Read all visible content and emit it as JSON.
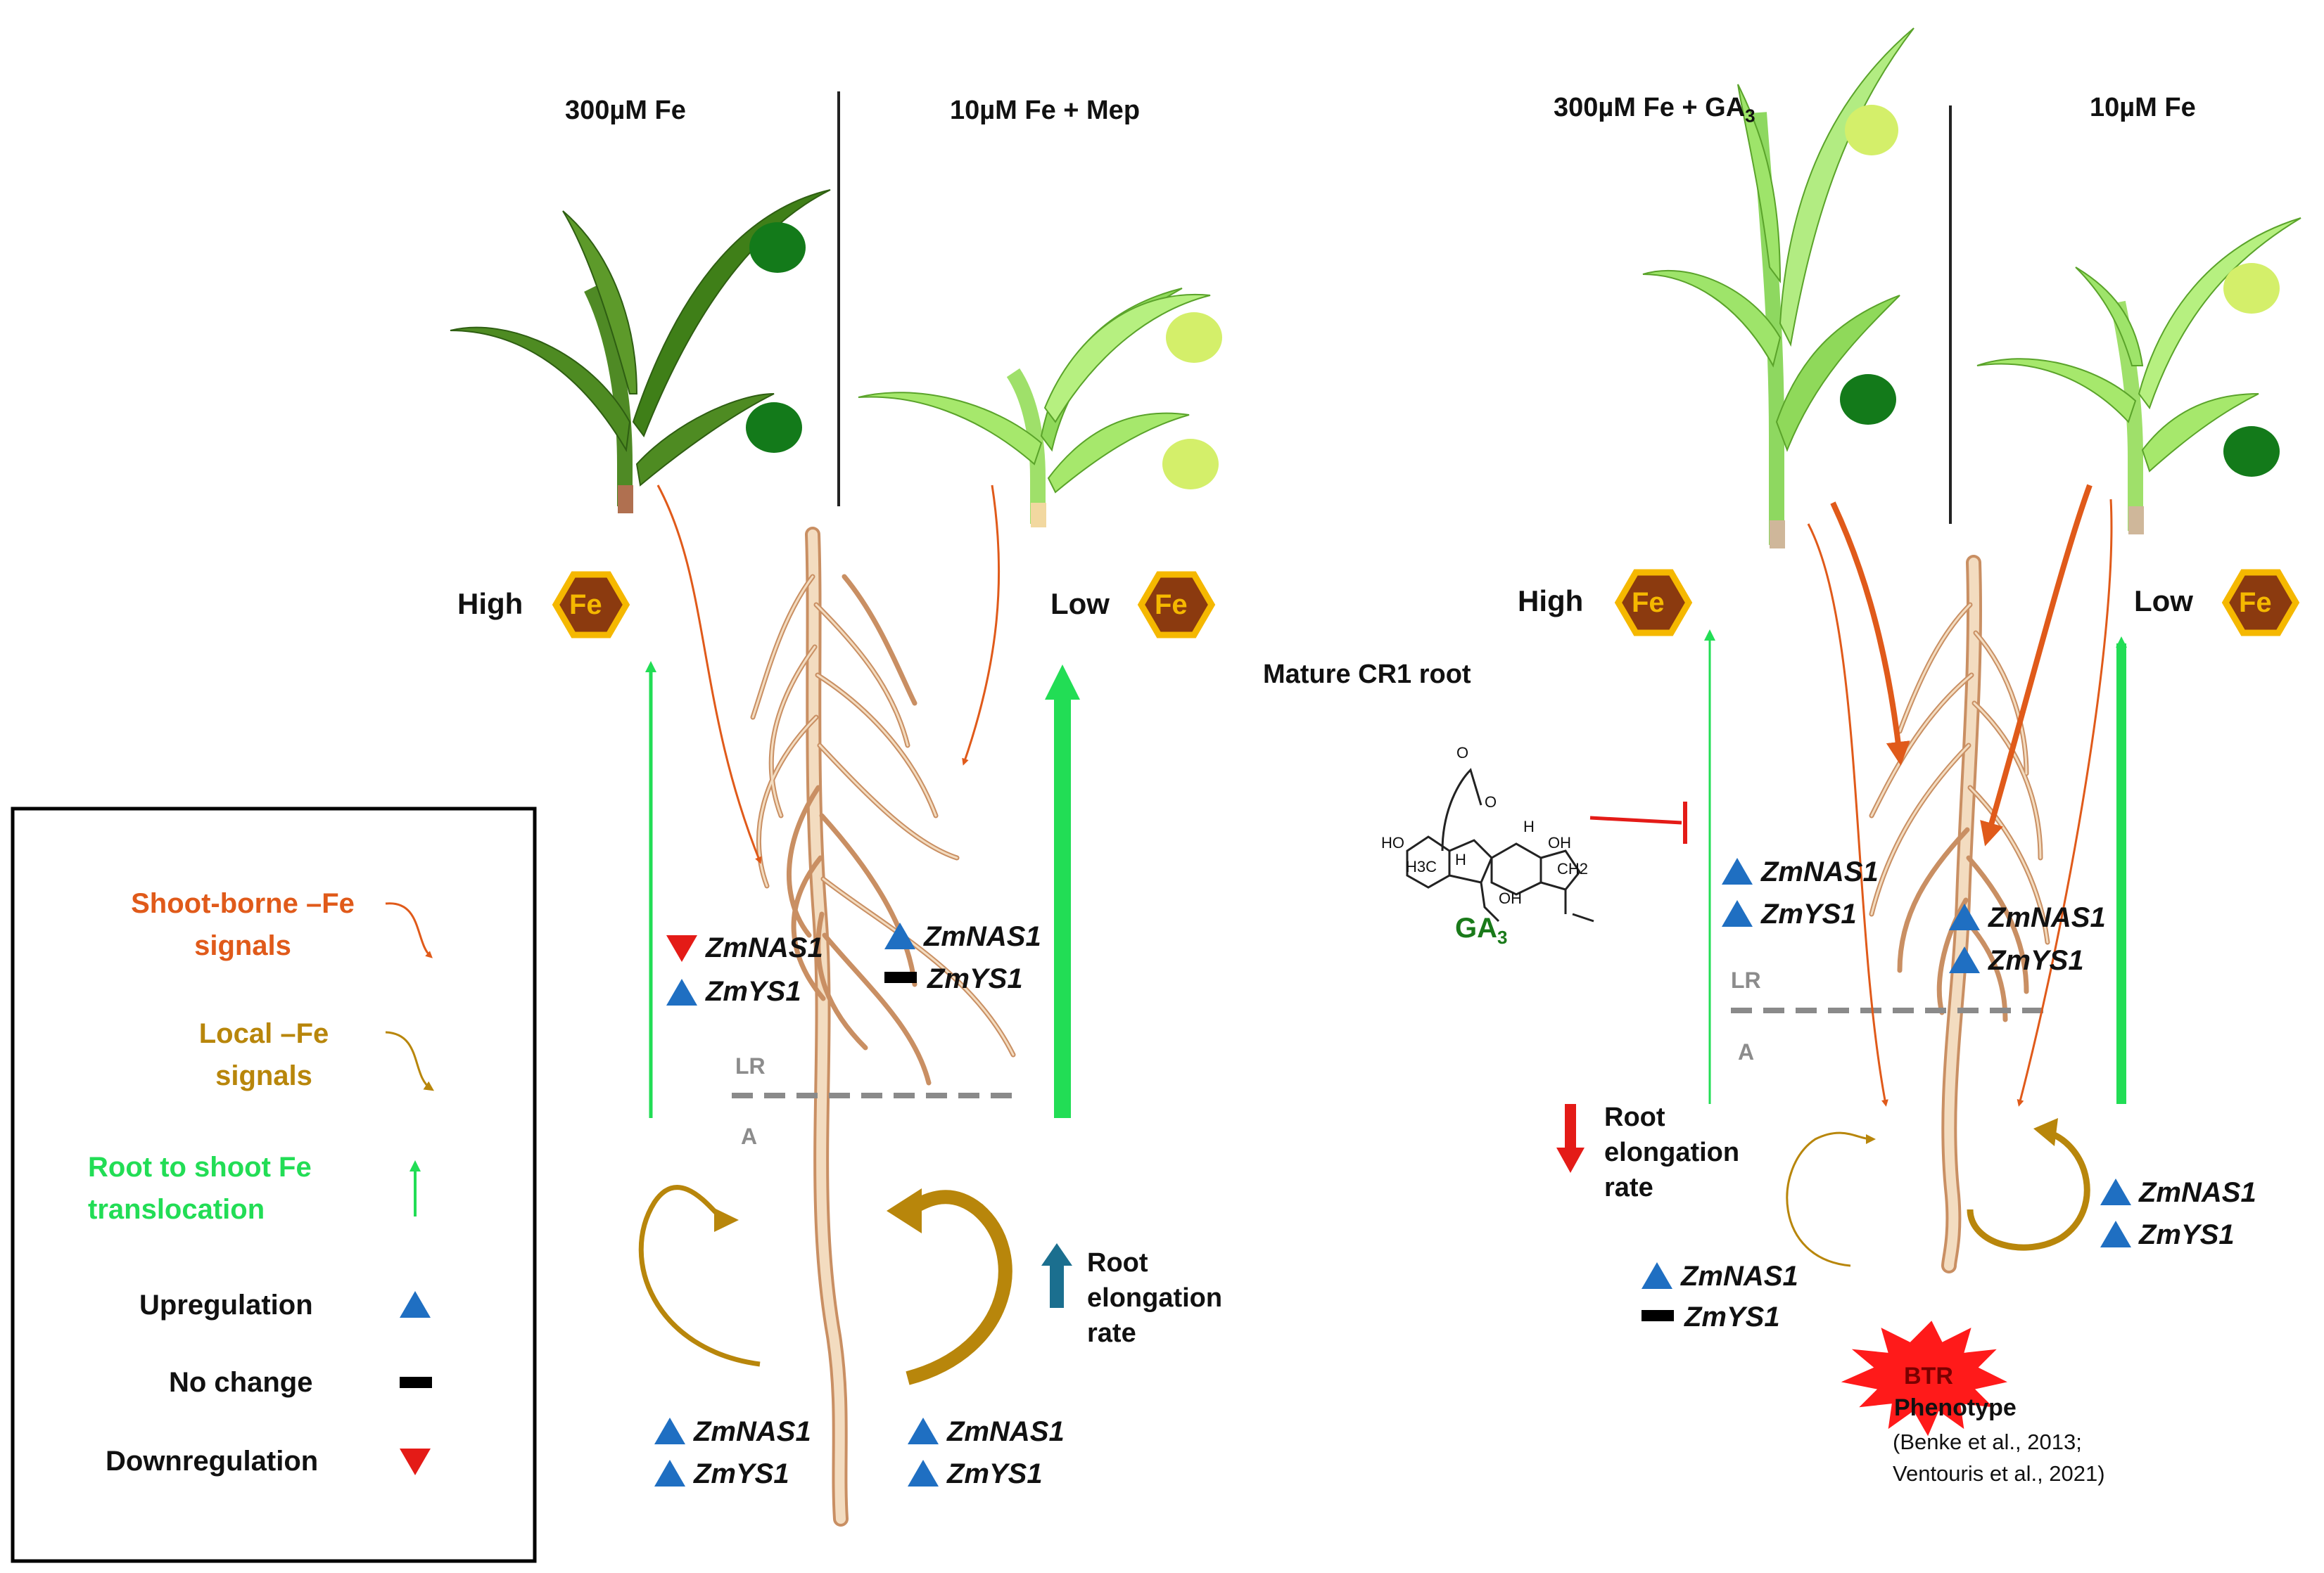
{
  "headers": {
    "left_a": "300µM Fe",
    "left_b": "10µM Fe + Mep",
    "right_a": "300µM Fe + GA",
    "right_a_sub": "3",
    "right_b": "10µM Fe"
  },
  "fe_levels": {
    "left_high": "High",
    "left_low": "Low",
    "right_high": "High",
    "right_low": "Low",
    "fe_symbol": "Fe"
  },
  "mature_root_label": "Mature CR1 root",
  "ga3_label": "GA",
  "ga3_sub": "3",
  "structure_labels": {
    "ho": "HO",
    "h3c": "H3C",
    "h": "H",
    "oh": "OH",
    "ch2": "CH2",
    "o1": "O",
    "o2": "O"
  },
  "zones": {
    "lr": "LR",
    "a": "A"
  },
  "genes": {
    "nas": "ZmNAS1",
    "ys": "ZmYS1"
  },
  "root_elongation_text": [
    "Root",
    "elongation",
    "rate"
  ],
  "btr": {
    "label": "BTR",
    "phenotype": "Phenotype",
    "citation_1": "(Benke et al., 2013;",
    "citation_2": "Ventouris et al., 2021)"
  },
  "legend": {
    "shoot_signals": "Shoot-borne –Fe signals",
    "local_signals": "Local –Fe signals",
    "translocation": "Root to shoot Fe translocation",
    "upregulation": "Upregulation",
    "no_change": "No change",
    "downregulation": "Downregulation"
  },
  "regulation": {
    "left_high_fe_nas": "down",
    "left_high_fe_ys": "up",
    "left_low_fe_nas": "up",
    "left_low_fe_ys": "no_change",
    "left_bottom_left_nas": "up",
    "left_bottom_left_ys": "up",
    "left_bottom_right_nas": "up",
    "left_bottom_right_ys": "up",
    "right_high_fe_nas": "up",
    "right_high_fe_ys": "up",
    "right_low_fe_nas": "up",
    "right_low_fe_ys": "up",
    "right_bottom_right_nas": "up",
    "right_bottom_right_ys": "up",
    "right_bottom_left_nas": "up",
    "right_bottom_left_ys": "no_change"
  },
  "colors": {
    "shoot_signal": "#e05a1a",
    "local_signal": "#b8860b",
    "translocation": "#22dd55",
    "up": "#1f6fc2",
    "down": "#e41b17",
    "fe_hex_fill": "#8b3a0f",
    "fe_hex_stroke": "#f5b800",
    "ga3_green": "#1a7a1a",
    "root_fill": "#f3dcc0",
    "root_stroke": "#c98f63"
  }
}
